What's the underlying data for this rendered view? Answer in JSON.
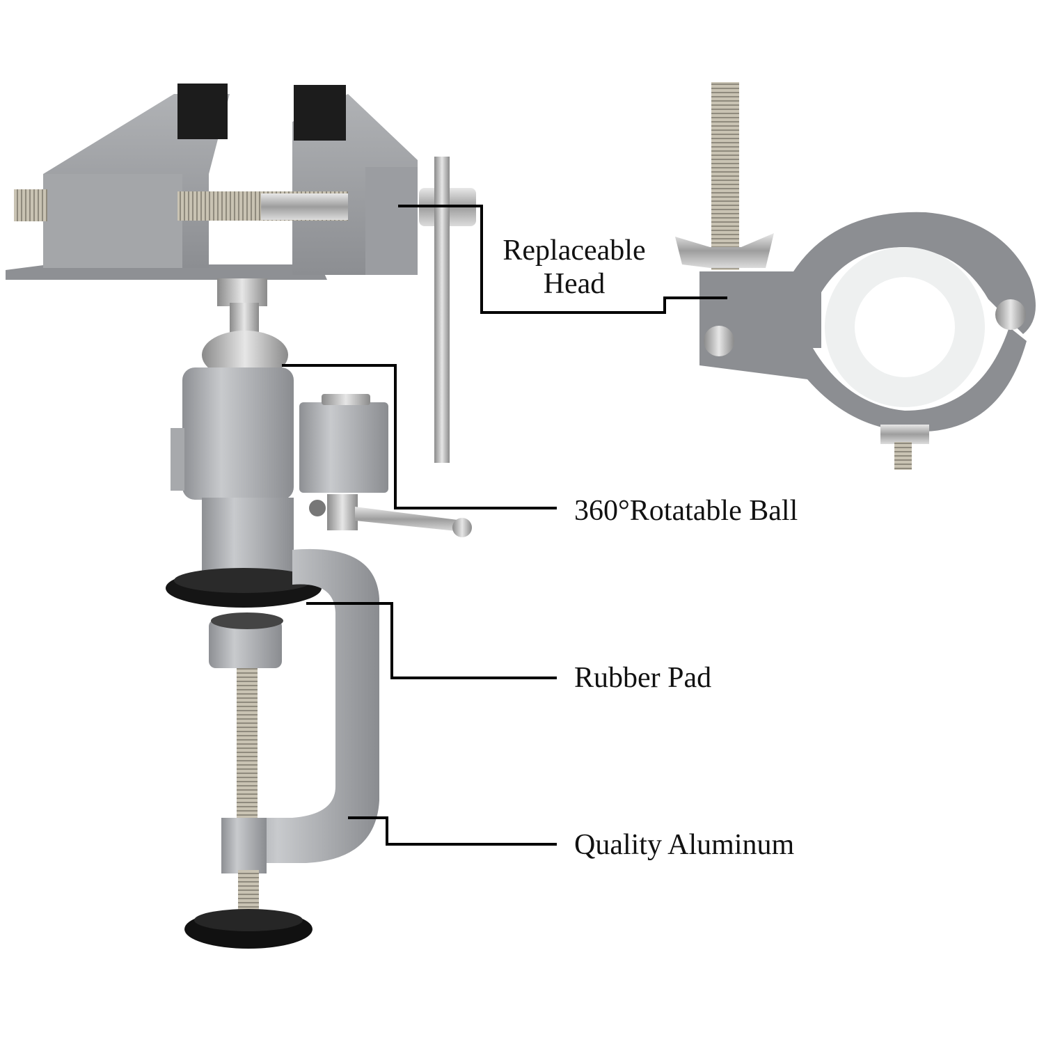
{
  "diagram": {
    "subject": "Bench vise with swivel ball joint and clamp",
    "callouts": [
      {
        "id": "replaceable-head",
        "line1": "Replaceable",
        "line2": "Head"
      },
      {
        "id": "rotatable-ball",
        "text": "360°Rotatable Ball"
      },
      {
        "id": "rubber-pad",
        "text": "Rubber Pad"
      },
      {
        "id": "quality-aluminum",
        "text": "Quality Aluminum"
      }
    ]
  },
  "colors": {
    "background": "#ffffff",
    "aluminum": "#9a9ca0",
    "aluminum_light": "#c2c4c7",
    "aluminum_dark": "#7a7c80",
    "steel": "#cfcfcf",
    "rubber": "#1a1a1a",
    "nylon": "#eef0f0",
    "leader": "#000000"
  }
}
